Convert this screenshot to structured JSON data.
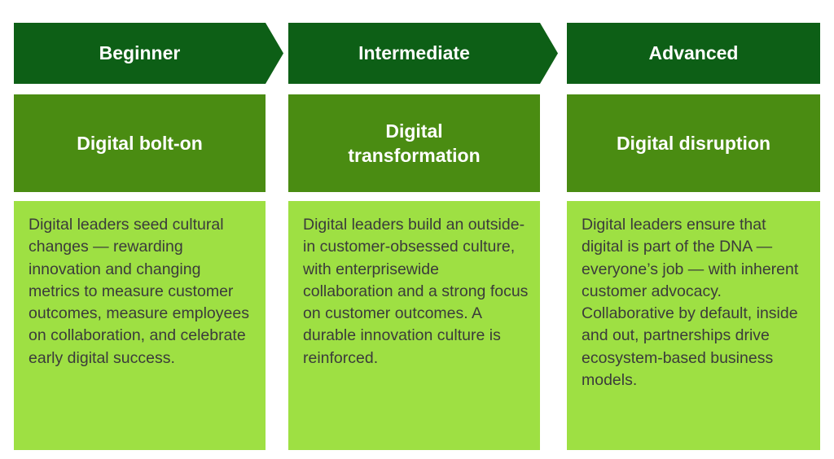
{
  "stages": [
    {
      "level": "Beginner",
      "title": "Digital bolt-on",
      "description": "Digital leaders seed cultural changes — rewarding innovation and changing metrics to measure customer outcomes, measure employees on collaboration, and celebrate early digital success."
    },
    {
      "level": "Intermediate",
      "title": "Digital transformation",
      "description": "Digital leaders build an outside-in customer-obsessed culture, with enterprisewide collaboration and a strong focus on customer outcomes. A durable innovation culture is reinforced."
    },
    {
      "level": "Advanced",
      "title": "Digital disruption",
      "description": "Digital leaders ensure that digital is part of the DNA — everyone’s job — with inherent customer advocacy. Collaborative by default, inside and out, partnerships drive ecosystem-based business models."
    }
  ],
  "colors": {
    "header": "#0d5f16",
    "subheader": "#4a8c12",
    "body": "#9ee043",
    "body_text": "#3b3b3b"
  }
}
